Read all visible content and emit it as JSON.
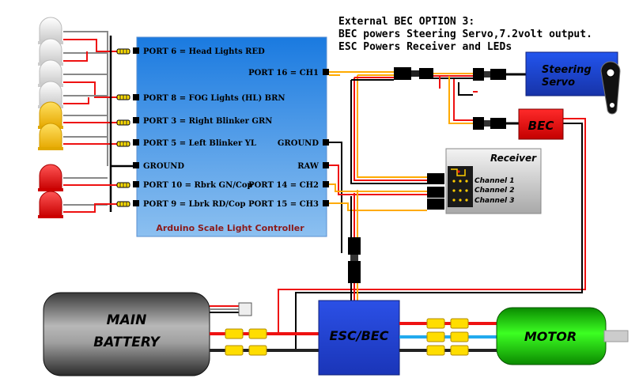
{
  "header": {
    "line1": "External BEC OPTION 3:",
    "line2": "BEC powers Steering Servo,7.2volt output.",
    "line3": "ESC Powers Receiver and LEDs"
  },
  "controller": {
    "title": "Arduino Scale Light Controller",
    "ports_left": [
      "PORT 6 = Head Lights RED",
      "PORT 8 = FOG Lights (HL) BRN",
      "PORT 3 = Right Blinker GRN",
      "PORT 5 = Left Blinker YL",
      "GROUND",
      "PORT 10 = Rbrk GN/Cop",
      "PORT 9 = Lbrk RD/Cop"
    ],
    "ports_right": [
      "PORT 16 = CH1",
      "GROUND",
      "RAW",
      "PORT 14 = CH2",
      "PORT 15 = CH3"
    ]
  },
  "servo": {
    "line1": "Steering",
    "line2": "Servo"
  },
  "bec": {
    "label": "BEC"
  },
  "receiver": {
    "title": "Receiver",
    "channels": [
      "Channel 1",
      "Channel 2",
      "Channel 3"
    ]
  },
  "battery": {
    "line1": "MAIN",
    "line2": "BATTERY"
  },
  "esc": {
    "label": "ESC/BEC"
  },
  "motor": {
    "label": "MOTOR"
  },
  "colors": {
    "controller_blue": "#3d8fe6",
    "servo_blue": "#1e40c8",
    "bec_red": "#e01010",
    "esc_blue": "#1e40c8",
    "motor_green": "#22cc11",
    "wire_red": "#ee1111",
    "wire_orange": "#ffaa00",
    "wire_black": "#000000",
    "led_white": "#e8e8e8",
    "led_yellow": "#ffcc00",
    "led_red": "#ee1111"
  }
}
